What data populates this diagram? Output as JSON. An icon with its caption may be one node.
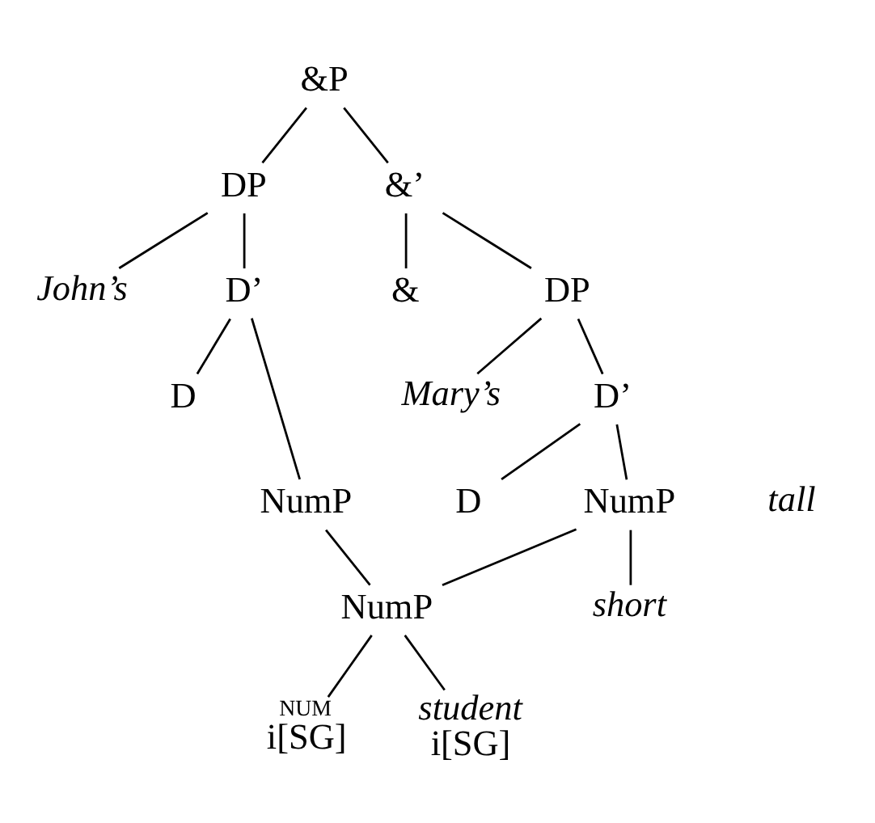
{
  "diagram": {
    "nodes": [
      {
        "text": [
          "&P"
        ]
      },
      {
        "text": [
          "DP"
        ]
      },
      {
        "text": [
          "&’"
        ]
      },
      {
        "text": [
          "John’s"
        ]
      },
      {
        "text": [
          "D’"
        ]
      },
      {
        "text": [
          "&"
        ]
      },
      {
        "text": [
          "DP"
        ]
      },
      {
        "text": [
          "D"
        ]
      },
      {
        "text": [
          "NumP"
        ]
      },
      {
        "text": [
          "Mary’s"
        ]
      },
      {
        "text": [
          "D’"
        ]
      },
      {
        "text": [
          "D"
        ]
      },
      {
        "text": [
          "NumP"
        ]
      },
      {
        "text": [
          "short"
        ]
      },
      {
        "text": [
          "NumP"
        ]
      },
      {
        "text": [
          "NUM",
          "i[SG]"
        ]
      },
      {
        "text": [
          "student",
          "i[SG]"
        ]
      }
    ],
    "edges": [
      {
        "from": 0,
        "to": 1,
        "arrow": "none"
      },
      {
        "from": 0,
        "to": 2,
        "arrow": "none"
      },
      {
        "from": 1,
        "to": 3,
        "arrow": "none"
      },
      {
        "from": 1,
        "to": 4,
        "arrow": "none"
      },
      {
        "from": 2,
        "to": 5,
        "arrow": "none"
      },
      {
        "from": 2,
        "to": 6,
        "arrow": "none"
      },
      {
        "from": 4,
        "to": 7,
        "arrow": "none"
      },
      {
        "from": 4,
        "to": 8,
        "arrow": "none"
      },
      {
        "from": 6,
        "to": 9,
        "arrow": "none"
      },
      {
        "from": 6,
        "to": 10,
        "arrow": "none"
      },
      {
        "from": 8,
        "to": 14,
        "arrow": "none"
      },
      {
        "from": 10,
        "to": 11,
        "arrow": "none"
      },
      {
        "from": 10,
        "to": 12,
        "arrow": "none"
      },
      {
        "from": 12,
        "to": 13,
        "arrow": "none"
      },
      {
        "from": 12,
        "to": 14,
        "arrow": "none"
      },
      {
        "from": 14,
        "to": 15,
        "arrow": "none"
      },
      {
        "from": 14,
        "to": 16,
        "arrow": "none"
      }
    ],
    "labels": [
      "tall"
    ]
  }
}
